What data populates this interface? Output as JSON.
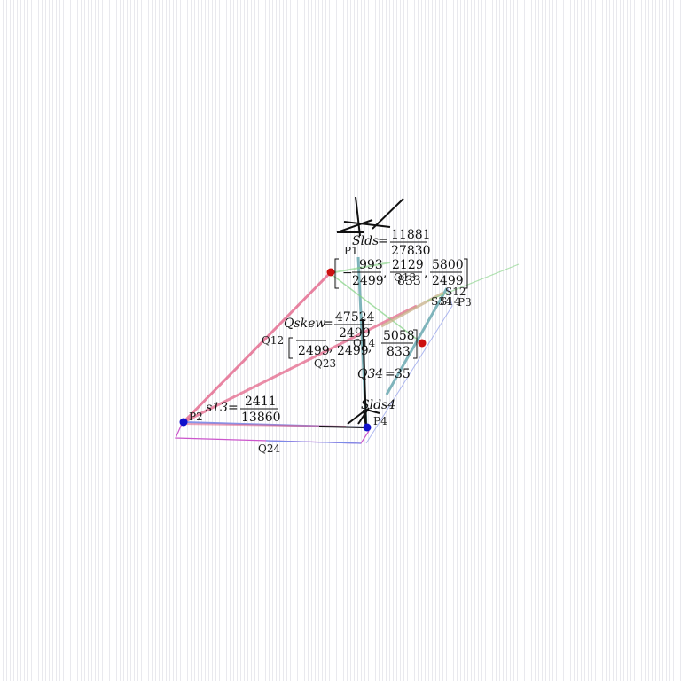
{
  "points": {
    "p1": "P1",
    "p2": "P2",
    "p3": "P3",
    "p4": "P4"
  },
  "edges": {
    "q12": "Q12",
    "q13": "Q13",
    "q14": "Q14",
    "q23": "Q23",
    "q24": "Q24",
    "q34": "Q34"
  },
  "faces": {
    "s12": "S12",
    "s34": "S34",
    "s14": "S14",
    "slds4": "Slds4"
  },
  "formulas": {
    "slds": {
      "name": "Slds",
      "eq": "=",
      "num": "11881",
      "den": "27830"
    },
    "vec1": {
      "minus": "−",
      "a_num": "993",
      "a_den": "2499",
      "b_num": "2129",
      "b_den": "833",
      "c_num": "5800",
      "c_den": "2499",
      "comma": ","
    },
    "qskew": {
      "name": "Qskew",
      "eq": "=",
      "num": "47524",
      "den": "2499"
    },
    "vec2": {
      "a_num": "",
      "a_den": "2499",
      "b_num": "",
      "b_den": "2499",
      "c_num": "5058",
      "c_den": "833",
      "comma": ","
    },
    "q34": {
      "name": "Q34",
      "eq": "=",
      "val": "35"
    },
    "s13": {
      "name": "s13",
      "eq": "=",
      "num": "2411",
      "den": "13860"
    }
  },
  "colors": {
    "pink": "#e0507a",
    "magenta": "#cc55cc",
    "blue": "#7a8ae8",
    "green": "#7fd07f",
    "teal": "#6aa8b0",
    "tan": "#c8b28a",
    "dark": "#111111",
    "vertex_red": "#cc1111",
    "vertex_blue": "#1111cc"
  }
}
